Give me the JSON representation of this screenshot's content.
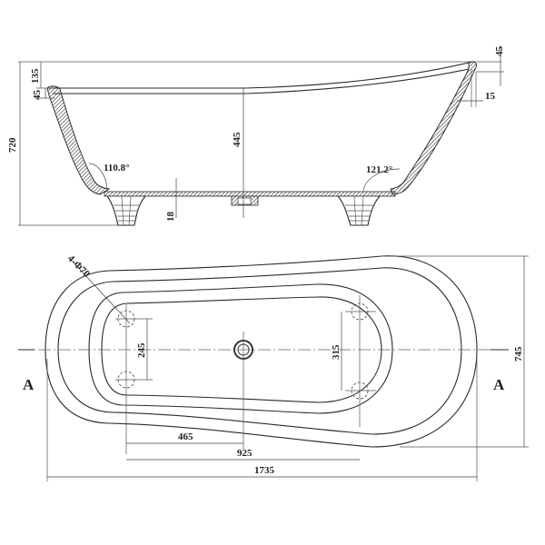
{
  "drawing": {
    "title": "Freestanding slipper bathtub technical drawing",
    "side_view": {
      "dimensions": {
        "overall_height": "720",
        "rim_drop": "135",
        "rim_thickness_left": "45",
        "rim_thickness_right": "45",
        "rim_overhang_right": "15",
        "inner_depth": "445",
        "floor_thickness": "18",
        "left_wall_angle": "110.8°",
        "right_wall_angle": "121.2°"
      }
    },
    "plan_view": {
      "dimensions": {
        "feet_holes": "4-Φ70",
        "left_feet_spacing": "245",
        "right_feet_spacing": "315",
        "foot_to_drain": "465",
        "foot_to_foot": "925",
        "overall_length": "1735",
        "overall_width": "745"
      },
      "section_label_left": "A",
      "section_label_right": "A"
    }
  }
}
